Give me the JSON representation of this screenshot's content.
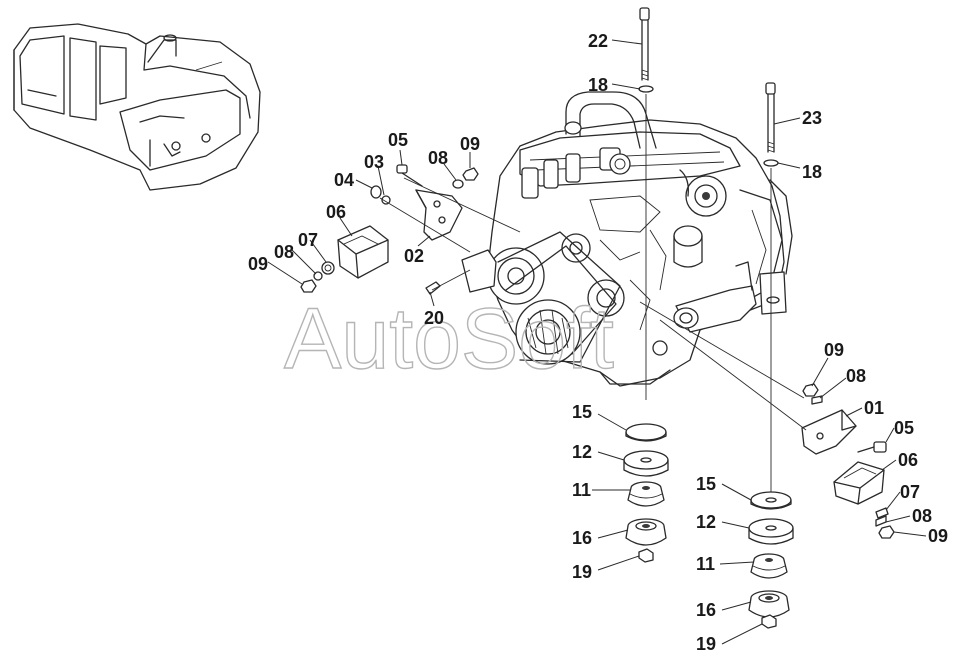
{
  "watermark": "AutoSoft",
  "callouts": {
    "c22": "22",
    "c18a": "18",
    "c23": "23",
    "c18b": "18",
    "c05a": "05",
    "c09a": "09",
    "c03": "03",
    "c08a": "08",
    "c04": "04",
    "c06a": "06",
    "c02": "02",
    "c09b": "09",
    "c08b": "08",
    "c07a": "07",
    "c20": "20",
    "c09c": "09",
    "c08c": "08",
    "c01": "01",
    "c05b": "05",
    "c06b": "06",
    "c07b": "07",
    "c08d": "08",
    "c09d": "09",
    "c15a": "15",
    "c12a": "12",
    "c11a": "11",
    "c16a": "16",
    "c19a": "19",
    "c15b": "15",
    "c12b": "12",
    "c11b": "11",
    "c16b": "16",
    "c19b": "19"
  },
  "colors": {
    "line": "#2a2a2a",
    "watermark": "#b5b5b5",
    "background": "#ffffff"
  }
}
